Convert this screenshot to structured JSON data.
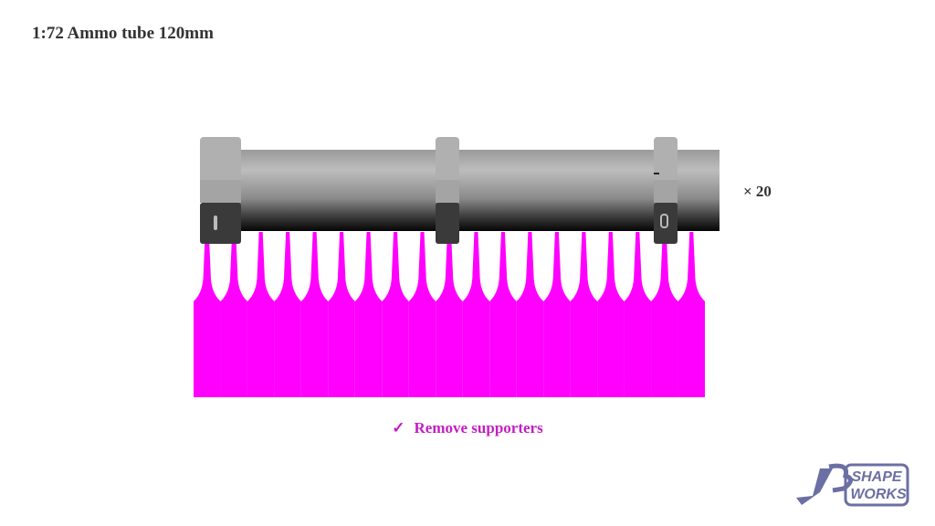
{
  "title": "1:72 Ammo tube 120mm",
  "quantity": "× 20",
  "note": {
    "icon": "check-icon",
    "symbol": "✓",
    "text": "Remove supporters"
  },
  "logo": {
    "text_line1": "SHAPE",
    "text_line2": "WORKS",
    "color": "#6b6fa3"
  },
  "colors": {
    "support": "#ff00ff",
    "note": "#c21fc2"
  },
  "support_count": 19
}
